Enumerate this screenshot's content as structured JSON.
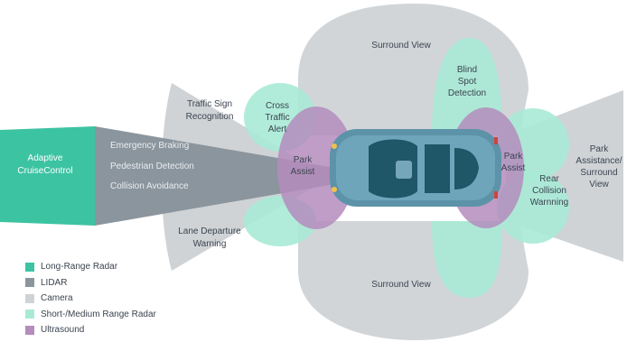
{
  "colors": {
    "long_range_radar": "#3cc3a2",
    "lidar": "#8b959d",
    "camera": "#cfd3d6",
    "short_medium_radar": "#a9ead6",
    "ultrasound": "#b48cbd",
    "car_body": "#5d93a8",
    "car_glass": "#1f5668"
  },
  "zones": {
    "adaptive_cruise_control": [
      "Adaptive",
      "CruiseControl"
    ],
    "emergency_braking": "Emergency Braking",
    "pedestrian_detection": "Pedestrian Detection",
    "collision_avoidance": "Collision Avoidance",
    "traffic_sign_recognition": [
      "Traffic Sign",
      "Recognition"
    ],
    "cross_traffic_alert": [
      "Cross",
      "Traffic",
      "Alert"
    ],
    "surround_view_top": "Surround View",
    "surround_view_bottom": "Surround View",
    "blind_spot_detection": [
      "Blind",
      "Spot",
      "Detection"
    ],
    "park_assist_front": [
      "Park",
      "Assist"
    ],
    "park_assist_rear": [
      "Park",
      "Assist"
    ],
    "rear_collision_warning": [
      "Rear",
      "Collision",
      "Warnning"
    ],
    "park_assistance_surround_view": [
      "Park",
      "Assistance/",
      "Surround",
      "View"
    ],
    "lane_departure_warning": [
      "Lane Departure",
      "Warning"
    ]
  },
  "legend": [
    {
      "label": "Long-Range Radar",
      "color_key": "long_range_radar"
    },
    {
      "label": "LIDAR",
      "color_key": "lidar"
    },
    {
      "label": "Camera",
      "color_key": "camera"
    },
    {
      "label": "Short-/Medium Range Radar",
      "color_key": "short_medium_radar"
    },
    {
      "label": "Ultrasound",
      "color_key": "ultrasound"
    }
  ]
}
